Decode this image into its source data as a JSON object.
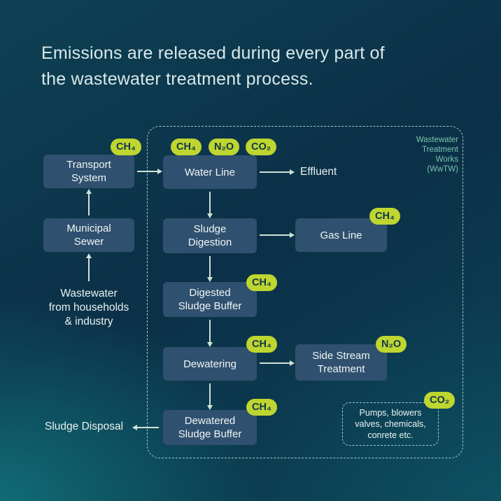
{
  "title": "Emissions are released during every part of\nthe wastewater treatment process.",
  "wwtw": {
    "label": "Wastewater\nTreatment\nWorks\n(WwTW)"
  },
  "badges": {
    "ch4": "CH₄",
    "n2o": "N₂O",
    "co2": "CO₂"
  },
  "nodes": {
    "transport_system": "Transport System",
    "municipal_sewer": "Municipal Sewer",
    "water_line": "Water Line",
    "sludge_digestion": "Sludge Digestion",
    "gas_line": "Gas Line",
    "digested_sludge_buffer": "Digested Sludge Buffer",
    "dewatering": "Dewatering",
    "side_stream_treatment": "Side Stream Treatment",
    "dewatered_sludge_buffer": "Dewatered Sludge Buffer"
  },
  "labels": {
    "effluent": "Effluent",
    "wastewater_source": "Wastewater\nfrom households\n& industry",
    "sludge_disposal": "Sludge Disposal",
    "equipment_note": "Pumps, blowers\nvalves, chemicals,\nconrete etc."
  },
  "colors": {
    "badge_bg": "#bed62f",
    "badge_text": "#123549",
    "box_bg": "#30506f",
    "accent_dashed": "#9fcfcd",
    "wwtw_text": "#79c3ae",
    "arrow": "#cfe2da"
  }
}
